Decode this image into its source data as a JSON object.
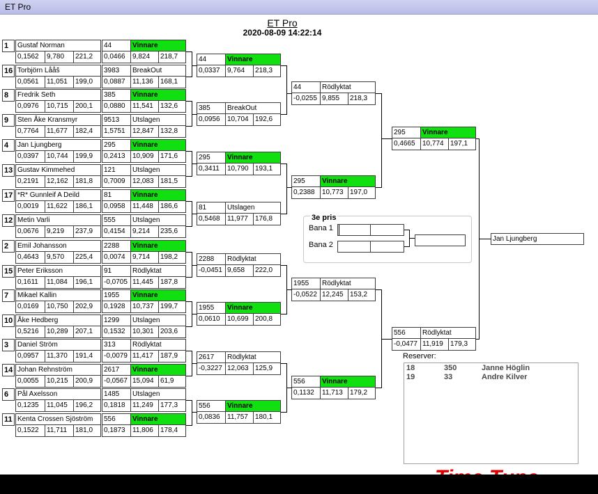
{
  "window": {
    "title": "ET Pro"
  },
  "header": {
    "title": "ET Pro",
    "datetime": "2020-08-09 14:22:14"
  },
  "round1": [
    {
      "seed": "1",
      "name": "Gustaf Norman",
      "rt": "0,1562",
      "et": "9,780",
      "speed": "221,2"
    },
    {
      "seed": "16",
      "name": "Torbjörn Lååš",
      "rt": "0,0561",
      "et": "11,051",
      "speed": "199,0"
    },
    {
      "seed": "8",
      "name": "Fredrik Seth",
      "rt": "0,0976",
      "et": "10,715",
      "speed": "200,1"
    },
    {
      "seed": "9",
      "name": "Sten Åke Kransmyr",
      "rt": "0,7764",
      "et": "11,677",
      "speed": "182,4"
    },
    {
      "seed": "4",
      "name": "Jan Ljungberg",
      "rt": "0,0397",
      "et": "10,744",
      "speed": "199,9"
    },
    {
      "seed": "13",
      "name": "Gustav Kimmehed",
      "rt": "0,2191",
      "et": "12,162",
      "speed": "181,8"
    },
    {
      "seed": "17",
      "name": "*R* Gunnleif A Deild",
      "rt": "0,0019",
      "et": "11,622",
      "speed": "186,1"
    },
    {
      "seed": "12",
      "name": "Metin Varli",
      "rt": "0,0676",
      "et": "9,219",
      "speed": "237,9"
    },
    {
      "seed": "2",
      "name": "Emil Johansson",
      "rt": "0,4643",
      "et": "9,570",
      "speed": "225,4"
    },
    {
      "seed": "15",
      "name": "Peter  Eriksson",
      "rt": "0,1611",
      "et": "11,084",
      "speed": "196,1"
    },
    {
      "seed": "7",
      "name": "Mikael Kallin",
      "rt": "0,0169",
      "et": "10,750",
      "speed": "202,9"
    },
    {
      "seed": "10",
      "name": "Åke Hedberg",
      "rt": "0,5216",
      "et": "10,289",
      "speed": "207,1"
    },
    {
      "seed": "3",
      "name": "Daniel Ström",
      "rt": "0,0957",
      "et": "11,370",
      "speed": "191,4"
    },
    {
      "seed": "14",
      "name": "Johan Rehnström",
      "rt": "0,0055",
      "et": "10,215",
      "speed": "200,9"
    },
    {
      "seed": "6",
      "name": "Pål Axelsson",
      "rt": "0,1235",
      "et": "11,045",
      "speed": "196,2"
    },
    {
      "seed": "11",
      "name": "Kenta Crossen Sjöström",
      "rt": "0,1522",
      "et": "11,711",
      "speed": "181,0"
    }
  ],
  "round2": [
    {
      "num": "44",
      "status": "Vinnare",
      "win": true,
      "rt": "0,0466",
      "et": "9,824",
      "speed": "218,7"
    },
    {
      "num": "3983",
      "status": "BreakOut",
      "win": false,
      "rt": "0,0887",
      "et": "11,136",
      "speed": "168,1"
    },
    {
      "num": "385",
      "status": "Vinnare",
      "win": true,
      "rt": "0,0880",
      "et": "11,541",
      "speed": "132,6"
    },
    {
      "num": "9513",
      "status": "Utslagen",
      "win": false,
      "rt": "1,5751",
      "et": "12,847",
      "speed": "132,8"
    },
    {
      "num": "295",
      "status": "Vinnare",
      "win": true,
      "rt": "0,2413",
      "et": "10,909",
      "speed": "171,6"
    },
    {
      "num": "121",
      "status": "Utslagen",
      "win": false,
      "rt": "0,7009",
      "et": "12,083",
      "speed": "181,5"
    },
    {
      "num": "81",
      "status": "Vinnare",
      "win": true,
      "rt": "0,0958",
      "et": "11,448",
      "speed": "186,6"
    },
    {
      "num": "555",
      "status": "Utslagen",
      "win": false,
      "rt": "0,4154",
      "et": "9,214",
      "speed": "235,6"
    },
    {
      "num": "2288",
      "status": "Vinnare",
      "win": true,
      "rt": "0,0074",
      "et": "9,714",
      "speed": "198,2"
    },
    {
      "num": "91",
      "status": "Rödlyktat",
      "win": false,
      "rt": "-0,0705",
      "et": "11,445",
      "speed": "187,8"
    },
    {
      "num": "1955",
      "status": "Vinnare",
      "win": true,
      "rt": "0,1928",
      "et": "10,737",
      "speed": "199,7"
    },
    {
      "num": "1299",
      "status": "Utslagen",
      "win": false,
      "rt": "0,1532",
      "et": "10,301",
      "speed": "203,6"
    },
    {
      "num": "313",
      "status": "Rödlyktat",
      "win": false,
      "rt": "-0,0079",
      "et": "11,417",
      "speed": "187,9"
    },
    {
      "num": "2617",
      "status": "Vinnare",
      "win": true,
      "rt": "-0,0567",
      "et": "15,094",
      "speed": "61,9"
    },
    {
      "num": "1485",
      "status": "Utslagen",
      "win": false,
      "rt": "0,1818",
      "et": "11,249",
      "speed": "177,3"
    },
    {
      "num": "556",
      "status": "Vinnare",
      "win": true,
      "rt": "0,1873",
      "et": "11,806",
      "speed": "178,4"
    }
  ],
  "round3": [
    {
      "num": "44",
      "status": "Vinnare",
      "win": true,
      "rt": "0,0337",
      "et": "9,764",
      "speed": "218,3"
    },
    {
      "num": "385",
      "status": "BreakOut",
      "win": false,
      "rt": "0,0956",
      "et": "10,704",
      "speed": "192,6"
    },
    {
      "num": "295",
      "status": "Vinnare",
      "win": true,
      "rt": "0,3411",
      "et": "10,790",
      "speed": "193,1"
    },
    {
      "num": "81",
      "status": "Utslagen",
      "win": false,
      "rt": "0,5468",
      "et": "11,977",
      "speed": "176,8"
    },
    {
      "num": "2288",
      "status": "Rödlyktat",
      "win": false,
      "rt": "-0,0451",
      "et": "9,658",
      "speed": "222,0"
    },
    {
      "num": "1955",
      "status": "Vinnare",
      "win": true,
      "rt": "0,0610",
      "et": "10,699",
      "speed": "200,8"
    },
    {
      "num": "2617",
      "status": "Rödlyktat",
      "win": false,
      "rt": "-0,3227",
      "et": "12,063",
      "speed": "125,9"
    },
    {
      "num": "556",
      "status": "Vinnare",
      "win": true,
      "rt": "0,0836",
      "et": "11,757",
      "speed": "180,1"
    }
  ],
  "round4": [
    {
      "num": "44",
      "status": "Rödlyktat",
      "win": false,
      "rt": "-0,0255",
      "et": "9,855",
      "speed": "218,3"
    },
    {
      "num": "295",
      "status": "Vinnare",
      "win": true,
      "rt": "0,2388",
      "et": "10,773",
      "speed": "197,0"
    },
    {
      "num": "1955",
      "status": "Rödlyktat",
      "win": false,
      "rt": "-0,0522",
      "et": "12,245",
      "speed": "153,2"
    },
    {
      "num": "556",
      "status": "Vinnare",
      "win": true,
      "rt": "0,1132",
      "et": "11,713",
      "speed": "179,2"
    }
  ],
  "round5": [
    {
      "num": "295",
      "status": "Vinnare",
      "win": true,
      "rt": "0,4665",
      "et": "10,774",
      "speed": "197,1"
    },
    {
      "num": "556",
      "status": "Rödlyktat",
      "win": false,
      "rt": "-0,0477",
      "et": "11,919",
      "speed": "179,3"
    }
  ],
  "champion": "Jan Ljungberg",
  "third_place": {
    "title": "3e pris",
    "lane1": "Bana 1",
    "lane2": "Bana 2"
  },
  "reserves": {
    "label": "Reserver:",
    "rows": [
      {
        "seed": "18",
        "num": "350",
        "name": "Janne Höglin"
      },
      {
        "seed": "19",
        "num": "33",
        "name": "Andre Kilver"
      }
    ]
  },
  "logo_text": "Time Tune",
  "colors": {
    "winner_cell": "#10e010",
    "titlebar": "#c4c7ec"
  }
}
